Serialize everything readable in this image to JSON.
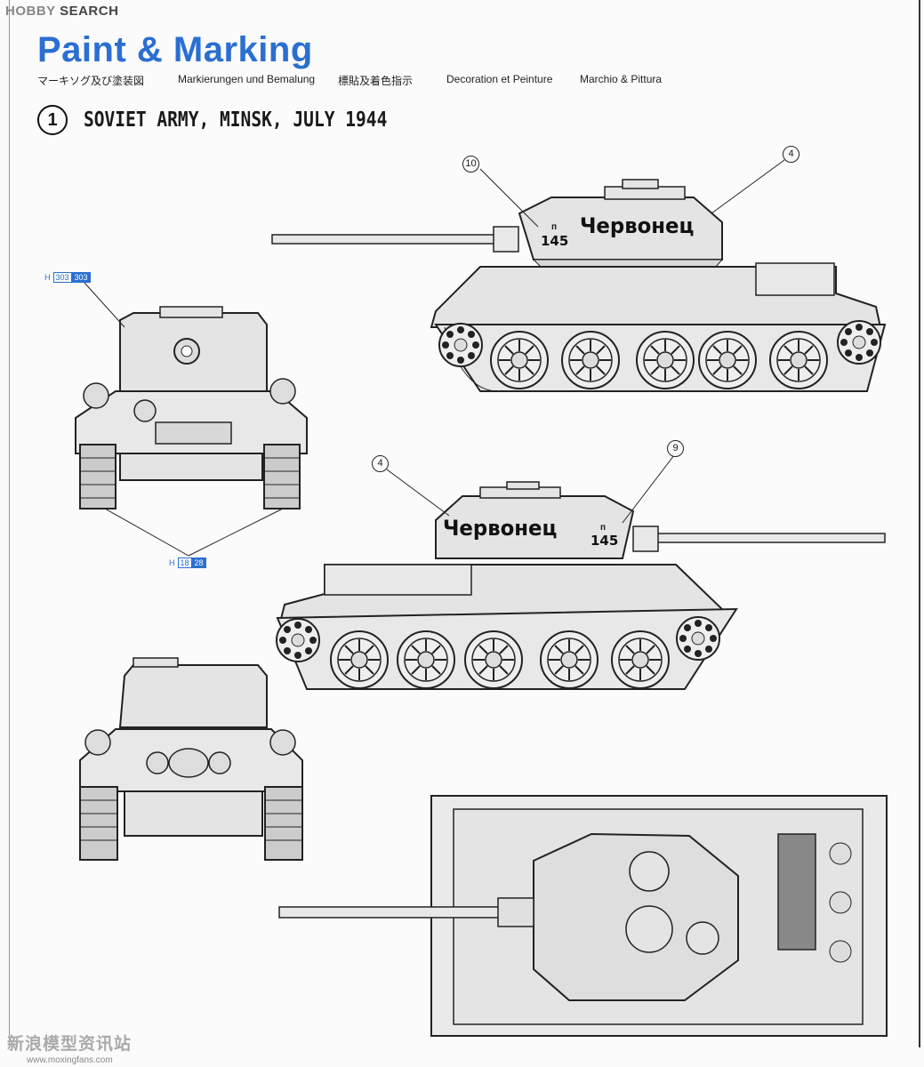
{
  "watermark": {
    "top_brand": "HOBBY",
    "top_search": "SEARCH",
    "bottom_cn": "新浪模型资讯站",
    "bottom_url": "www.moxingfans.com"
  },
  "header": {
    "title": "Paint & Marking",
    "subtitles": [
      "マーキソグ及び塗装図",
      "Markierungen und Bemalung",
      "標貼及着色指示",
      "Decoration et Peinture",
      "Marchio & Pittura"
    ]
  },
  "section": {
    "number": "1",
    "heading": "SOVIET ARMY, MINSK, JULY 1944"
  },
  "color_codes": [
    {
      "prefix": "H",
      "code1": "303",
      "code2": "303"
    },
    {
      "prefix": "H",
      "code1": "18",
      "code2": "28"
    }
  ],
  "callouts": [
    "10",
    "4",
    "4",
    "9"
  ],
  "markings": {
    "name": "Червонец",
    "prefix": "п",
    "number": "145"
  },
  "colors": {
    "accent": "#2a6fd1",
    "line": "#222222",
    "body_fill": "#e4e4e4"
  }
}
